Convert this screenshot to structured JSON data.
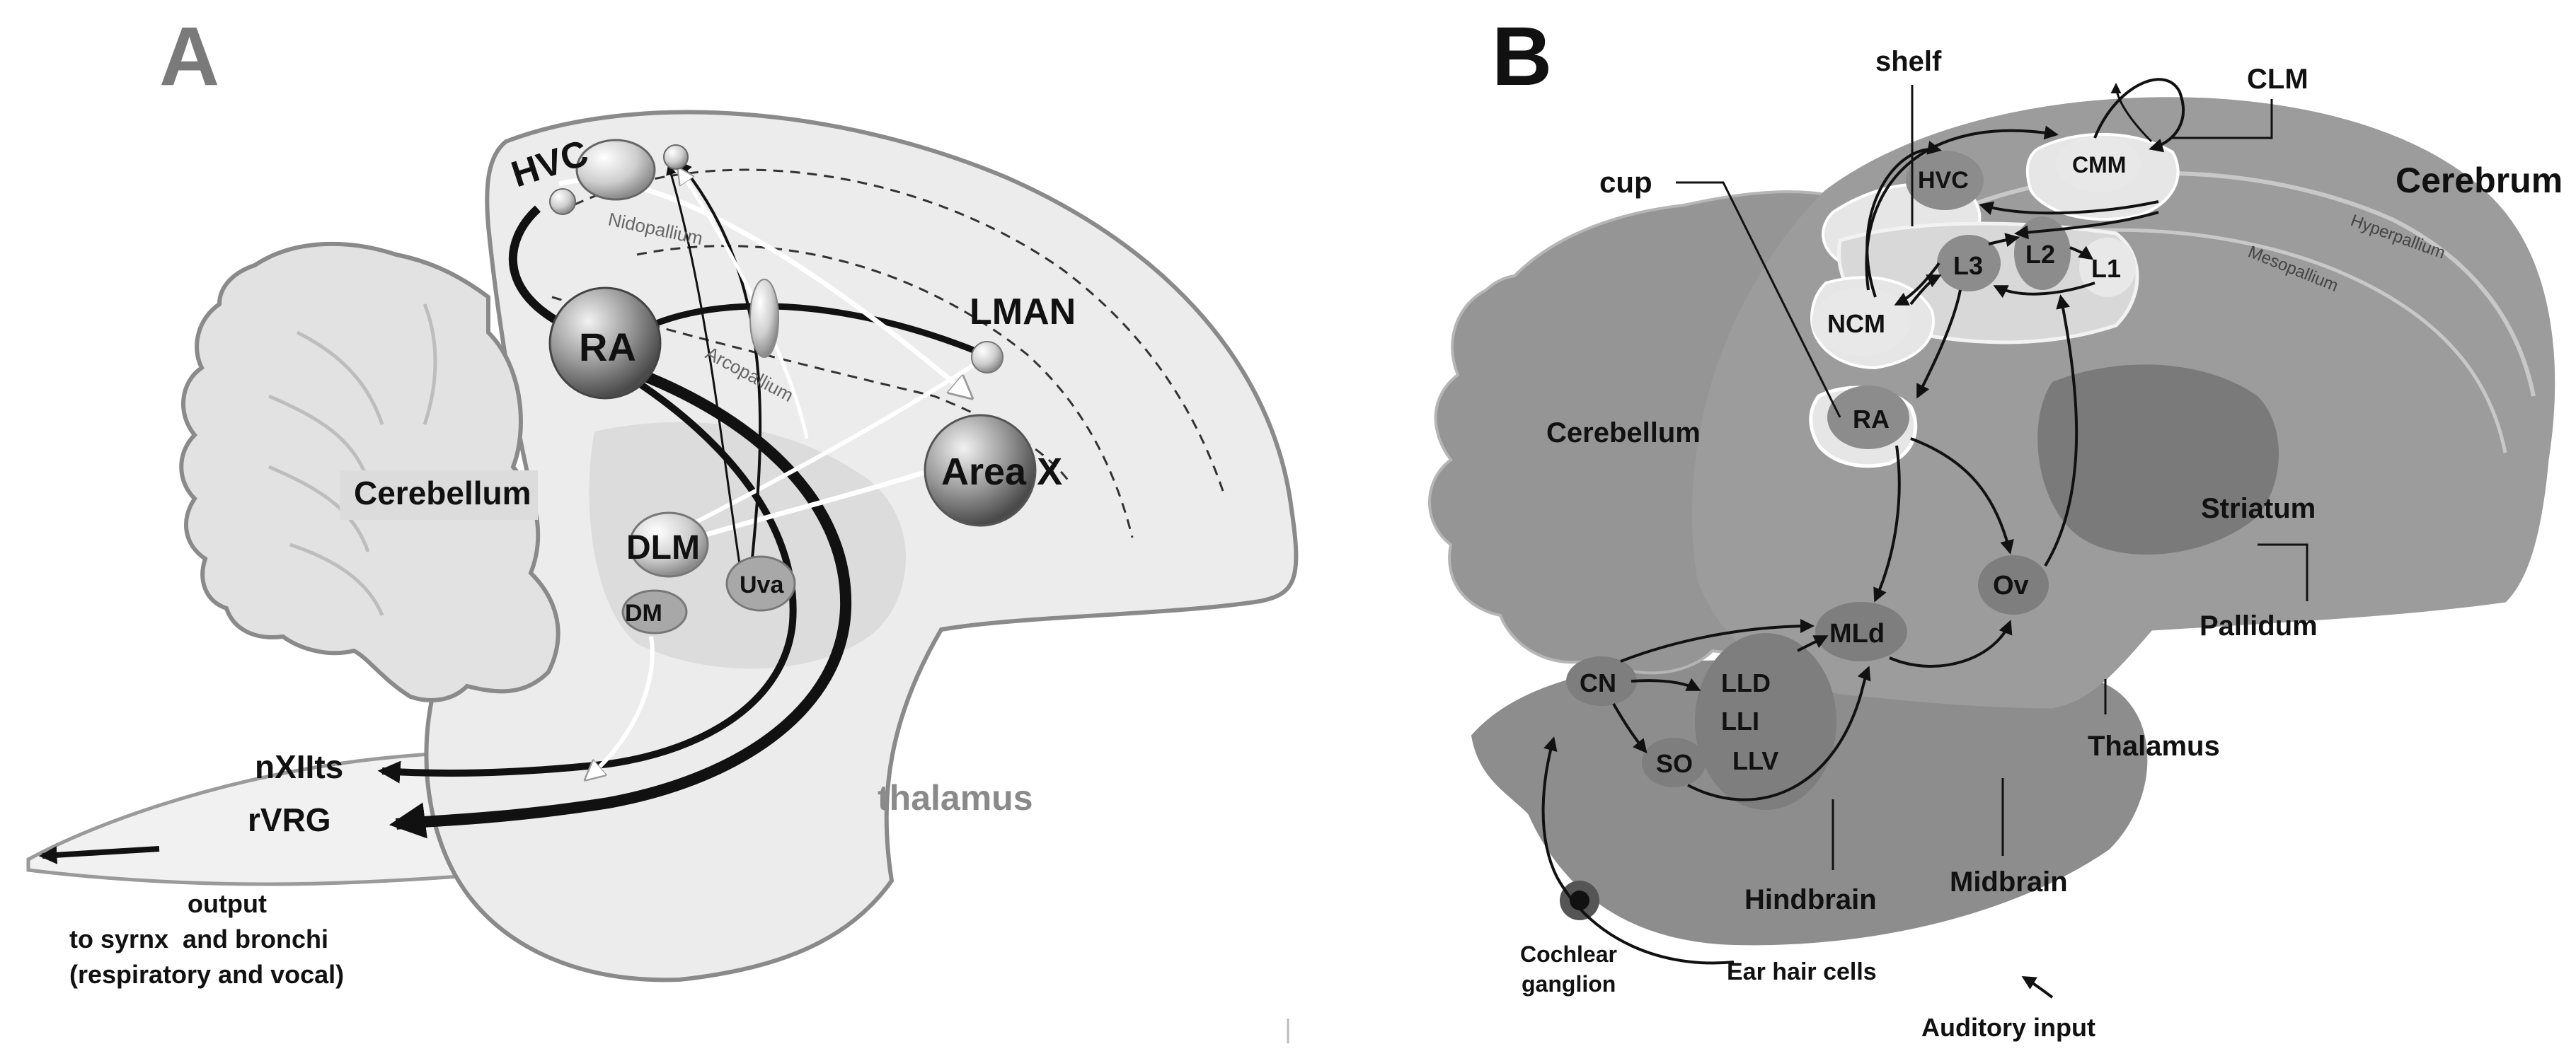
{
  "panel_a": {
    "letter": "A",
    "regions": {
      "cerebellum": "Cerebellum",
      "thalamus": "thalamus",
      "nidopallium": "Nidopallium",
      "arcopallium": "Arcopallium"
    },
    "nuclei": {
      "hvc": "HVC",
      "ra": "RA",
      "lman": "LMAN",
      "area_x": "Area X",
      "dlm": "DLM",
      "uva": "Uva",
      "dm": "DM",
      "nxiits": "nXIIts",
      "rvrg": "rVRG"
    },
    "output_lines": [
      "output",
      "to syrnx  and bronchi",
      "(respiratory and vocal)"
    ]
  },
  "panel_b": {
    "letter": "B",
    "regions": {
      "cerebrum": "Cerebrum",
      "hyperpallium": "Hyperpallium",
      "mesopallium": "Mesopallium",
      "cerebellum": "Cerebellum",
      "striatum": "Striatum",
      "pallidum": "Pallidum",
      "thalamus": "Thalamus",
      "hindbrain": "Hindbrain",
      "midbrain": "Midbrain"
    },
    "callouts": {
      "shelf": "shelf",
      "clm": "CLM",
      "cup": "cup"
    },
    "nuclei": {
      "hvc": "HVC",
      "cmm": "CMM",
      "l1": "L1",
      "l2": "L2",
      "l3": "L3",
      "ncm": "NCM",
      "ra": "RA",
      "ov": "Ov",
      "mld": "MLd",
      "cn": "CN",
      "so": "SO",
      "lld": "LLD",
      "lli": "LLI",
      "llv": "LLV"
    },
    "inputs": {
      "cochlear_ganglion": [
        "Cochlear",
        "ganglion"
      ],
      "ear_hair_cells": "Ear hair cells",
      "auditory_input": "Auditory input"
    }
  }
}
